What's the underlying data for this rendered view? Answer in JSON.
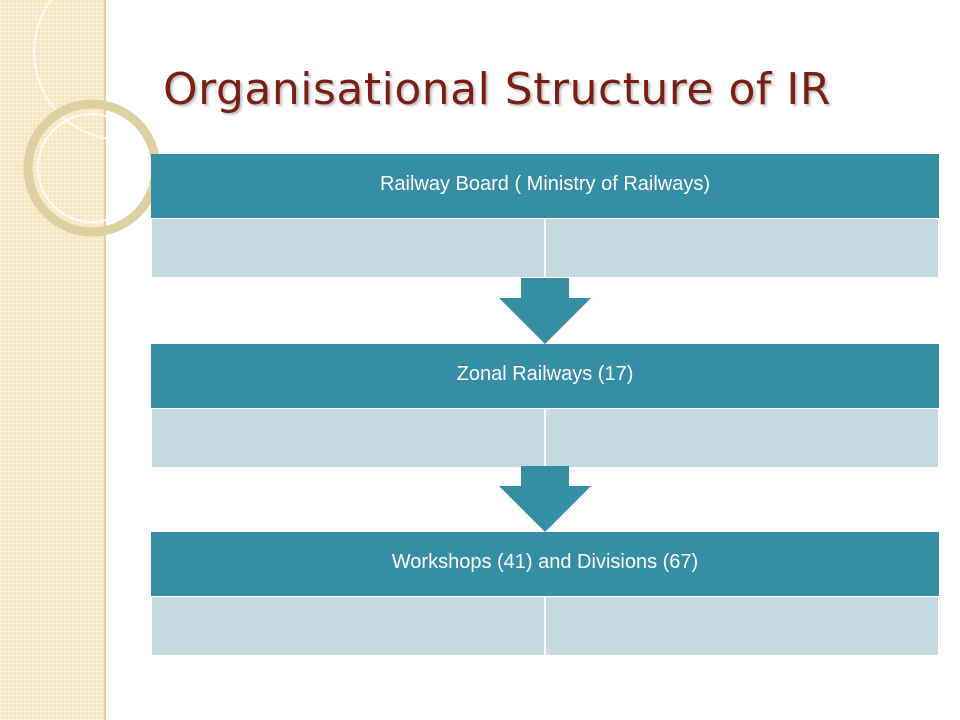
{
  "slide": {
    "title": "Organisational Structure of IR"
  },
  "levels": [
    {
      "label": "Railway Board ( Ministry of Railways)"
    },
    {
      "label": "Zonal Railways (17)"
    },
    {
      "label": "Workshops (41) and Divisions (67)"
    }
  ],
  "colors": {
    "title": "#7b1f14",
    "header_fill": "#368ea6",
    "body_fill": "#c4d9e0",
    "arrow_fill": "#368ea6",
    "side_band": "#f6e7c1"
  }
}
